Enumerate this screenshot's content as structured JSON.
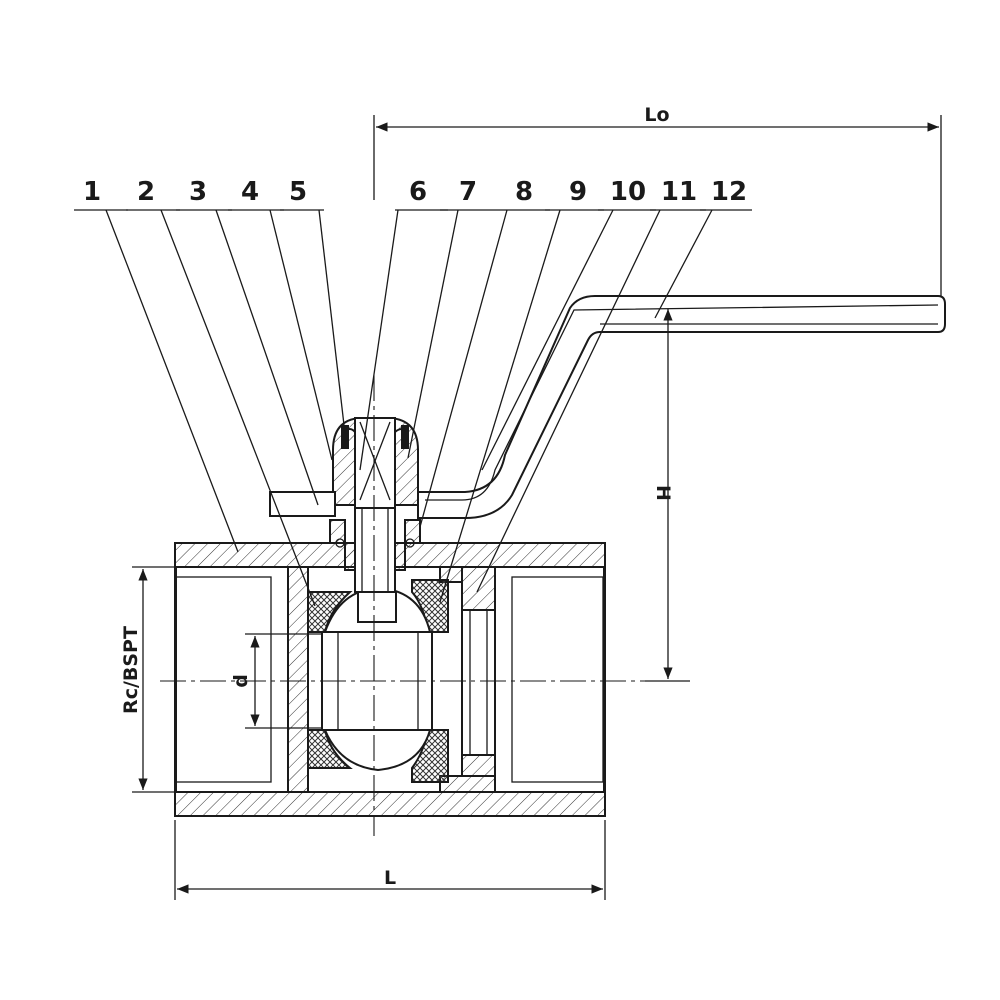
{
  "balloons": [
    "1",
    "2",
    "3",
    "4",
    "5",
    "6",
    "7",
    "8",
    "9",
    "10",
    "11",
    "12"
  ],
  "dimensions": {
    "overall_length": "L",
    "handle_length": "Lo",
    "height": "H",
    "bore": "d",
    "thread": "Rc/BSPT"
  }
}
